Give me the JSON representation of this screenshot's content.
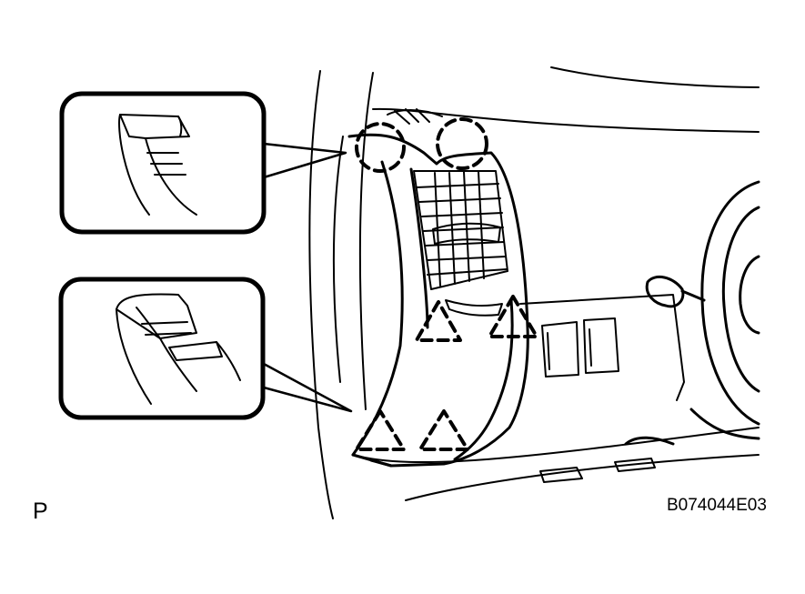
{
  "labels": {
    "view_letter": "P",
    "figure_code": "B074044E03"
  },
  "colors": {
    "ink": "#000000",
    "paper": "#ffffff"
  },
  "callouts": [
    {
      "id": "detail-claw",
      "marker": "dashed-circle",
      "count": 2
    },
    {
      "id": "detail-clip",
      "marker": "dashed-triangle",
      "count": 4
    }
  ]
}
